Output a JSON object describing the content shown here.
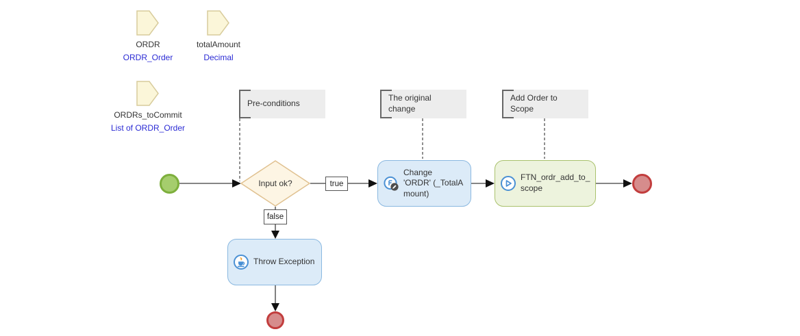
{
  "parameters": [
    {
      "name": "ORDR",
      "type": "ORDR_Order"
    },
    {
      "name": "totalAmount",
      "type": "Decimal"
    },
    {
      "name": "ORDRs_toCommit",
      "type": "List of ORDR_Order"
    }
  ],
  "annotations": [
    {
      "text": "Pre-conditions"
    },
    {
      "text": "The original\nchange"
    },
    {
      "text": "Add Order to\nScope"
    }
  ],
  "flow": {
    "decision": {
      "label": "Input ok?",
      "true_label": "true",
      "false_label": "false"
    },
    "activities": [
      {
        "label": "Change\n'ORDR' (_TotalA\nmount)",
        "icon": "change-object-icon"
      },
      {
        "label": "FTN_ordr_add_to_\nscope",
        "icon": "call-microflow-icon"
      },
      {
        "label": "Throw Exception",
        "icon": "java-action-icon"
      }
    ]
  },
  "colors": {
    "parameter_fill": "#fbf6d9",
    "parameter_border": "#d8cc9c",
    "annotation_fill": "#ededed",
    "annotation_bracket": "#666666",
    "decision_fill": "#fdf5e4",
    "decision_border": "#e0c190",
    "activity_blue_fill": "#dcebf8",
    "activity_blue_border": "#8ab8e0",
    "activity_green_fill": "#edf3dd",
    "activity_green_border": "#a9c16c",
    "start_fill": "#a5cd6d",
    "start_border": "#7daf3c",
    "end_fill": "#d68c8c",
    "end_border": "#c23d3d",
    "type_text_blue": "#2a2ad4",
    "icon_blue": "#4a90d4",
    "badge_dark": "#4d4d4d",
    "steam_orange": "#f0a030"
  }
}
